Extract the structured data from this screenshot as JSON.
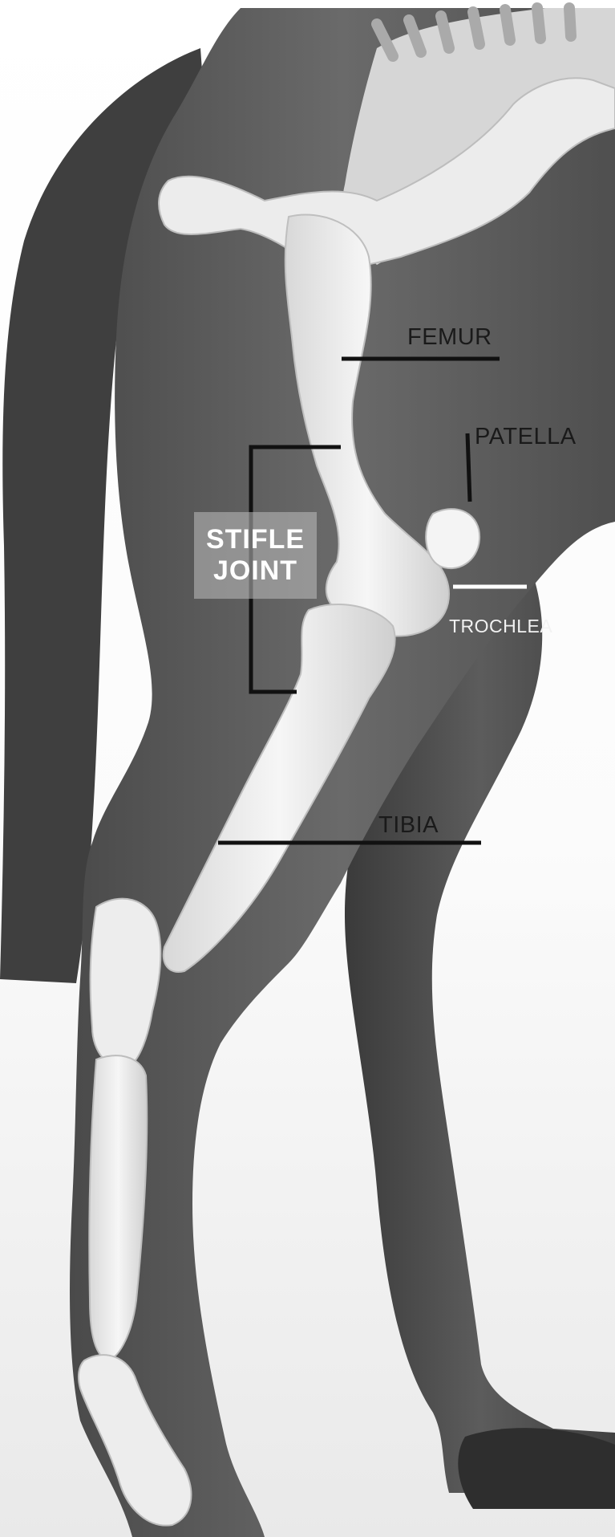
{
  "diagram": {
    "labels": {
      "femur": "FEMUR",
      "patella": "PATELLA",
      "stifle_line1": "STIFLE",
      "stifle_line2": "JOINT",
      "trochlea": "TROCHLEA",
      "tibia": "TIBIA"
    },
    "colors": {
      "body": "#5a5a5a",
      "tail": "#3f3f3f",
      "bone": "#efefef",
      "leader_dark": "#111111",
      "leader_light": "#ffffff"
    }
  }
}
